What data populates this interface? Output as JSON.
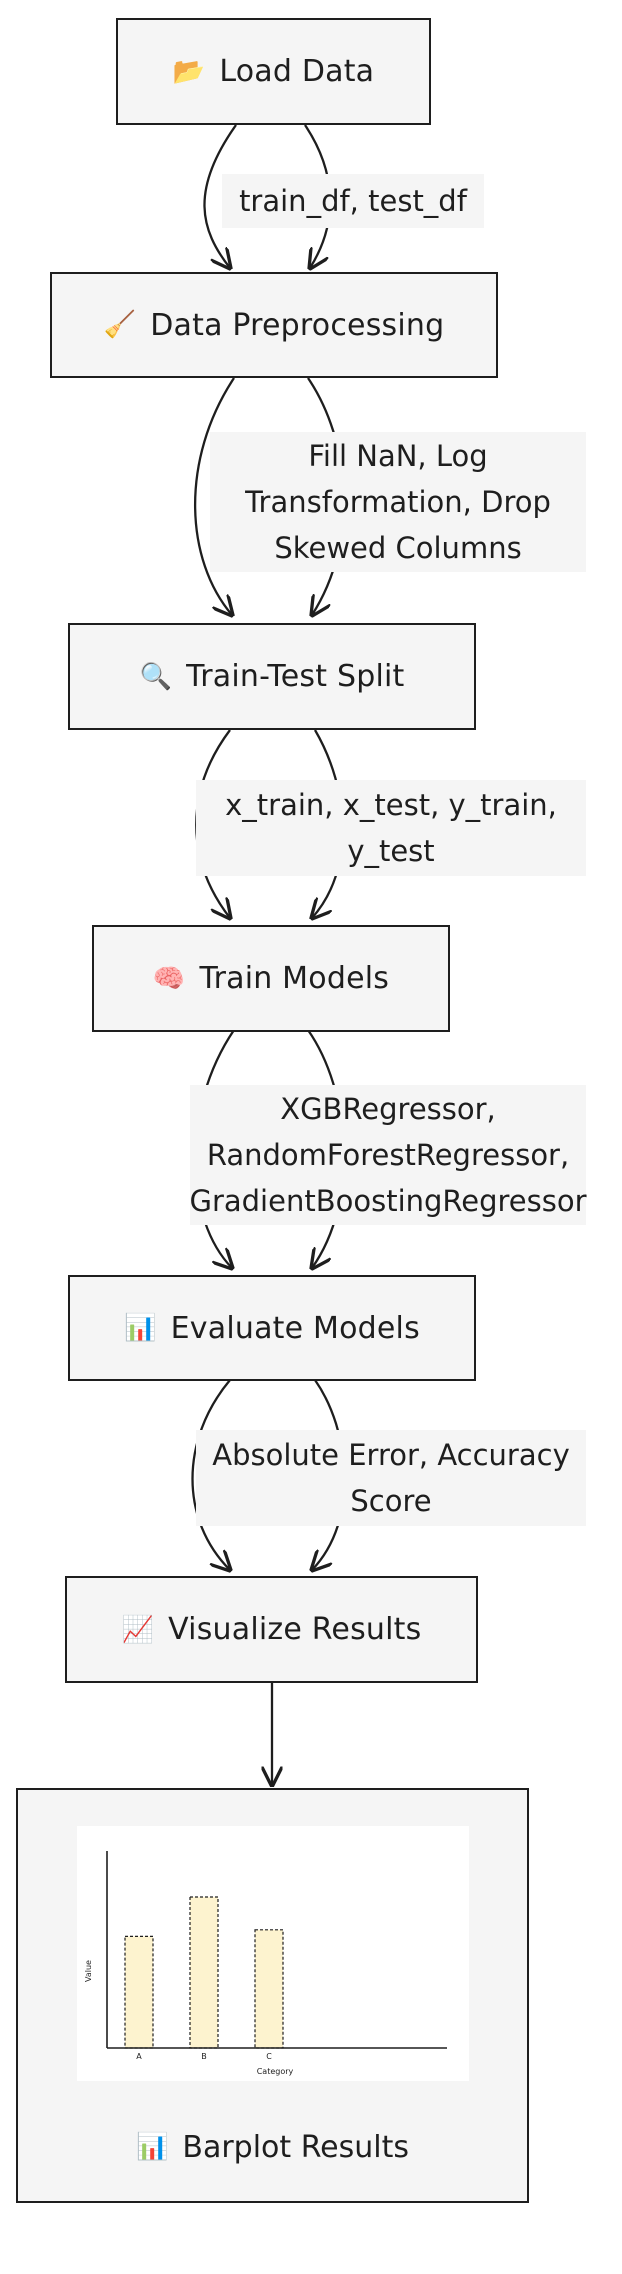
{
  "nodes": {
    "load": {
      "emoji": "📂",
      "label": "Load Data"
    },
    "preprocess": {
      "emoji": "🧹",
      "label": "Data Preprocessing"
    },
    "split": {
      "emoji": "🔍",
      "label": "Train-Test Split"
    },
    "train": {
      "emoji": "🧠",
      "label": "Train Models"
    },
    "evaluate": {
      "emoji": "📊",
      "label": "Evaluate Models"
    },
    "visualize": {
      "emoji": "📈",
      "label": "Visualize Results"
    },
    "barplot": {
      "emoji": "📊",
      "label": "Barplot Results"
    }
  },
  "edges": {
    "load_to_preprocess": "train_df, test_df",
    "preprocess_to_split": "Fill NaN, Log\nTransformation, Drop\nSkewed Columns",
    "split_to_train": "x_train, x_test, y_train,\ny_test",
    "train_to_evaluate": "XGBRegressor,\nRandomForestRegressor,\nGradientBoostingRegressor",
    "evaluate_to_visualize": "Absolute Error, Accuracy\nScore"
  },
  "colors": {
    "node_fill": "#f5f5f5",
    "stroke": "#1e1e1e",
    "bar_fill": "#fdf3cf"
  },
  "chart_data": {
    "type": "bar",
    "categories": [
      "A",
      "B",
      "C"
    ],
    "values": [
      3.4,
      4.6,
      3.6
    ],
    "title": "",
    "xlabel": "Category",
    "ylabel": "Value",
    "ylim": [
      0,
      6
    ]
  }
}
